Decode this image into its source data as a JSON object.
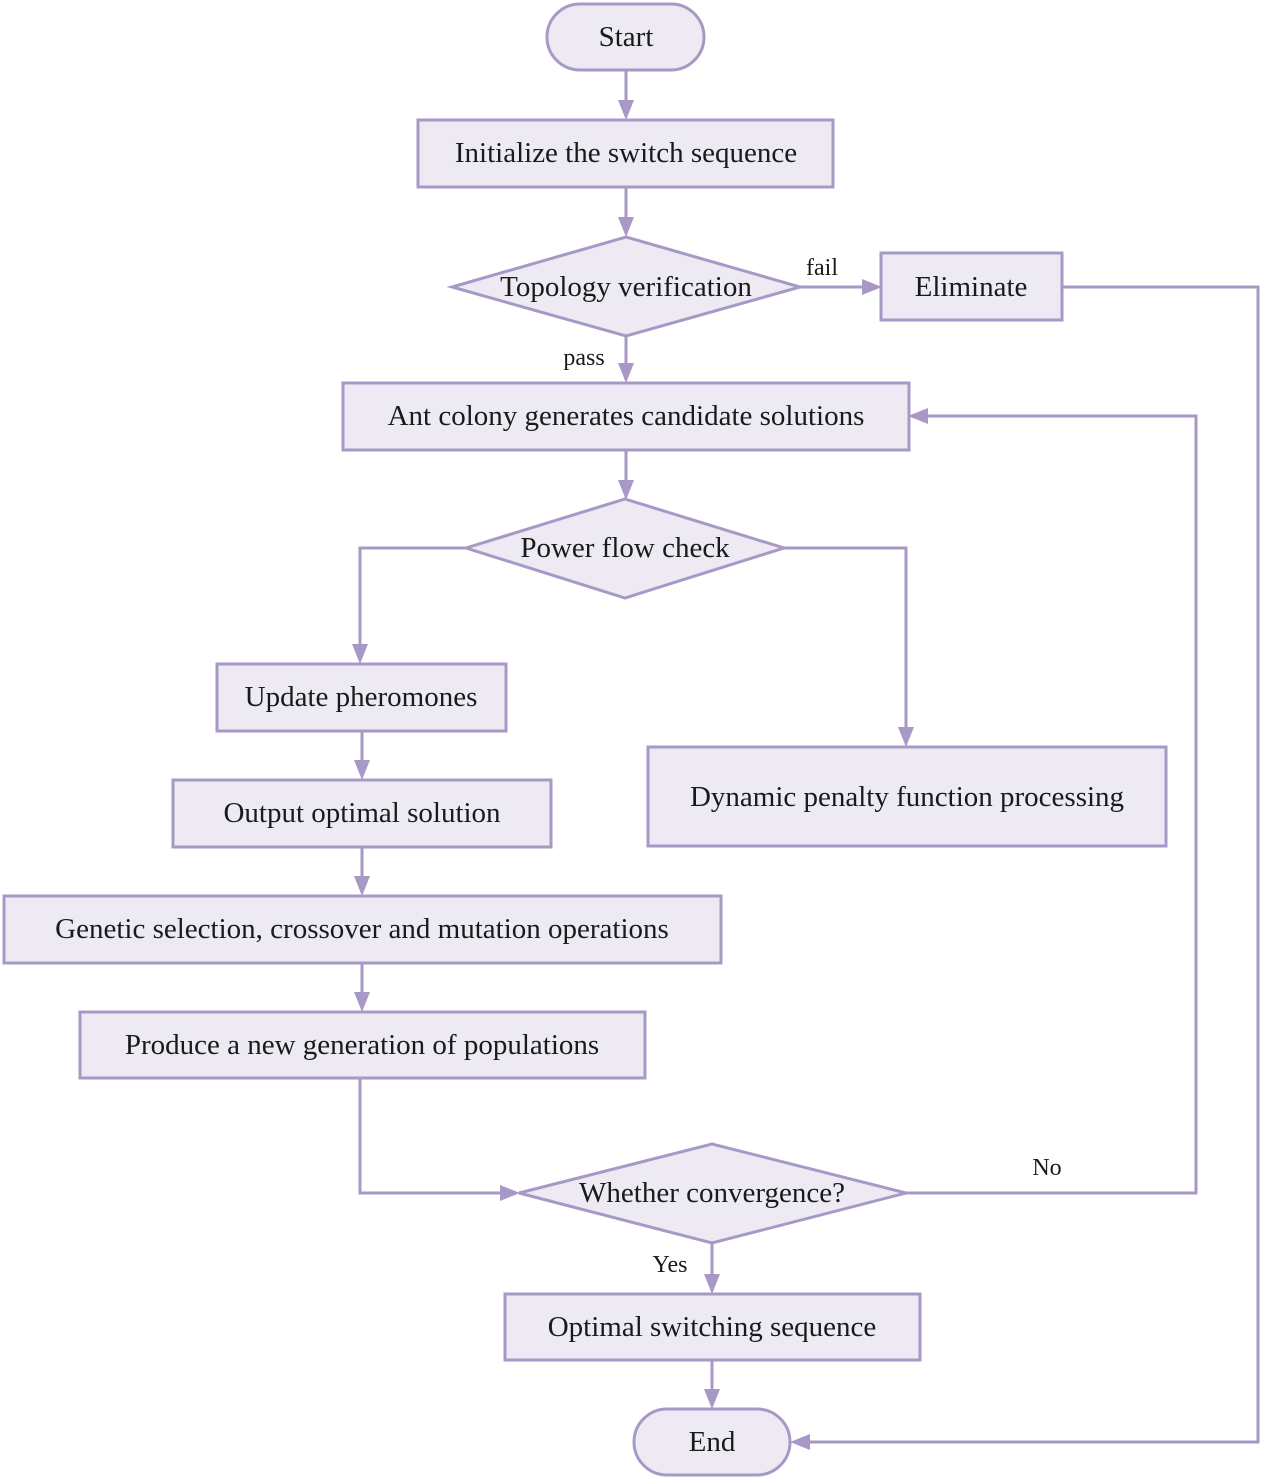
{
  "nodes": {
    "start": "Start",
    "init": "Initialize the switch sequence",
    "topology": "Topology verification",
    "eliminate": "Eliminate",
    "ant": "Ant colony generates candidate solutions",
    "powerflow": "Power flow check",
    "update": "Update pheromones",
    "penalty": "Dynamic penalty function processing",
    "output": "Output optimal solution",
    "genetic": "Genetic selection, crossover and mutation operations",
    "produce": "Produce a new generation of populations",
    "converge": "Whether convergence?",
    "optimal": "Optimal switching sequence",
    "end": "End"
  },
  "edge_labels": {
    "fail": "fail",
    "pass": "pass",
    "no": "No",
    "yes": "Yes"
  },
  "colors": {
    "node_fill": "#edeaf3",
    "stroke": "#a898c6"
  }
}
